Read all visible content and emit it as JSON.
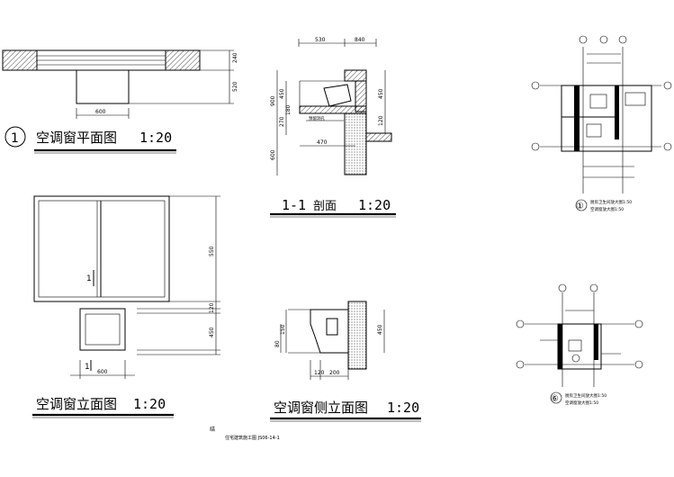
{
  "plan": {
    "circle_label": "1",
    "title": "空调窗平面图",
    "scale": "1:20",
    "dim_width": "600",
    "dim_right_top": "240",
    "dim_right_bottom": "520"
  },
  "section": {
    "title": "1-1",
    "title_suffix": "剖面",
    "scale": "1:20",
    "dim_top_a": "530",
    "dim_top_b": "840",
    "dim_left_1": "900",
    "dim_left_2": "450",
    "dim_left_3": "270",
    "dim_left_4": "180",
    "dim_left_5": "600",
    "dim_right_1": "450",
    "dim_right_2": "120",
    "dim_470": "470",
    "note": "预留洞孔"
  },
  "elevation": {
    "title": "空调窗立面图",
    "scale": "1:20",
    "section_mark": "1",
    "dim_right_1": "550",
    "dim_right_2": "120",
    "dim_right_3": "450",
    "dim_bottom": "600",
    "window_mark": "1"
  },
  "side": {
    "title": "空调窗侧立面图",
    "scale": "1:20",
    "dim_a": "150",
    "dim_b": "80",
    "dim_c": "450",
    "dim_d": "120",
    "dim_e": "200"
  },
  "detail1": {
    "circle_label": "①",
    "caption_1": "厨房卫生间放大图1:50",
    "caption_2": "空调窗放大图1:50"
  },
  "detail6": {
    "circle_label": "⑥",
    "caption_1": "厨房卫生间放大图1:50",
    "caption_2": "空调窗放大图1:50"
  },
  "footer": {
    "mark": "结",
    "text": "住宅建筑施工图 JS06-14-1"
  }
}
